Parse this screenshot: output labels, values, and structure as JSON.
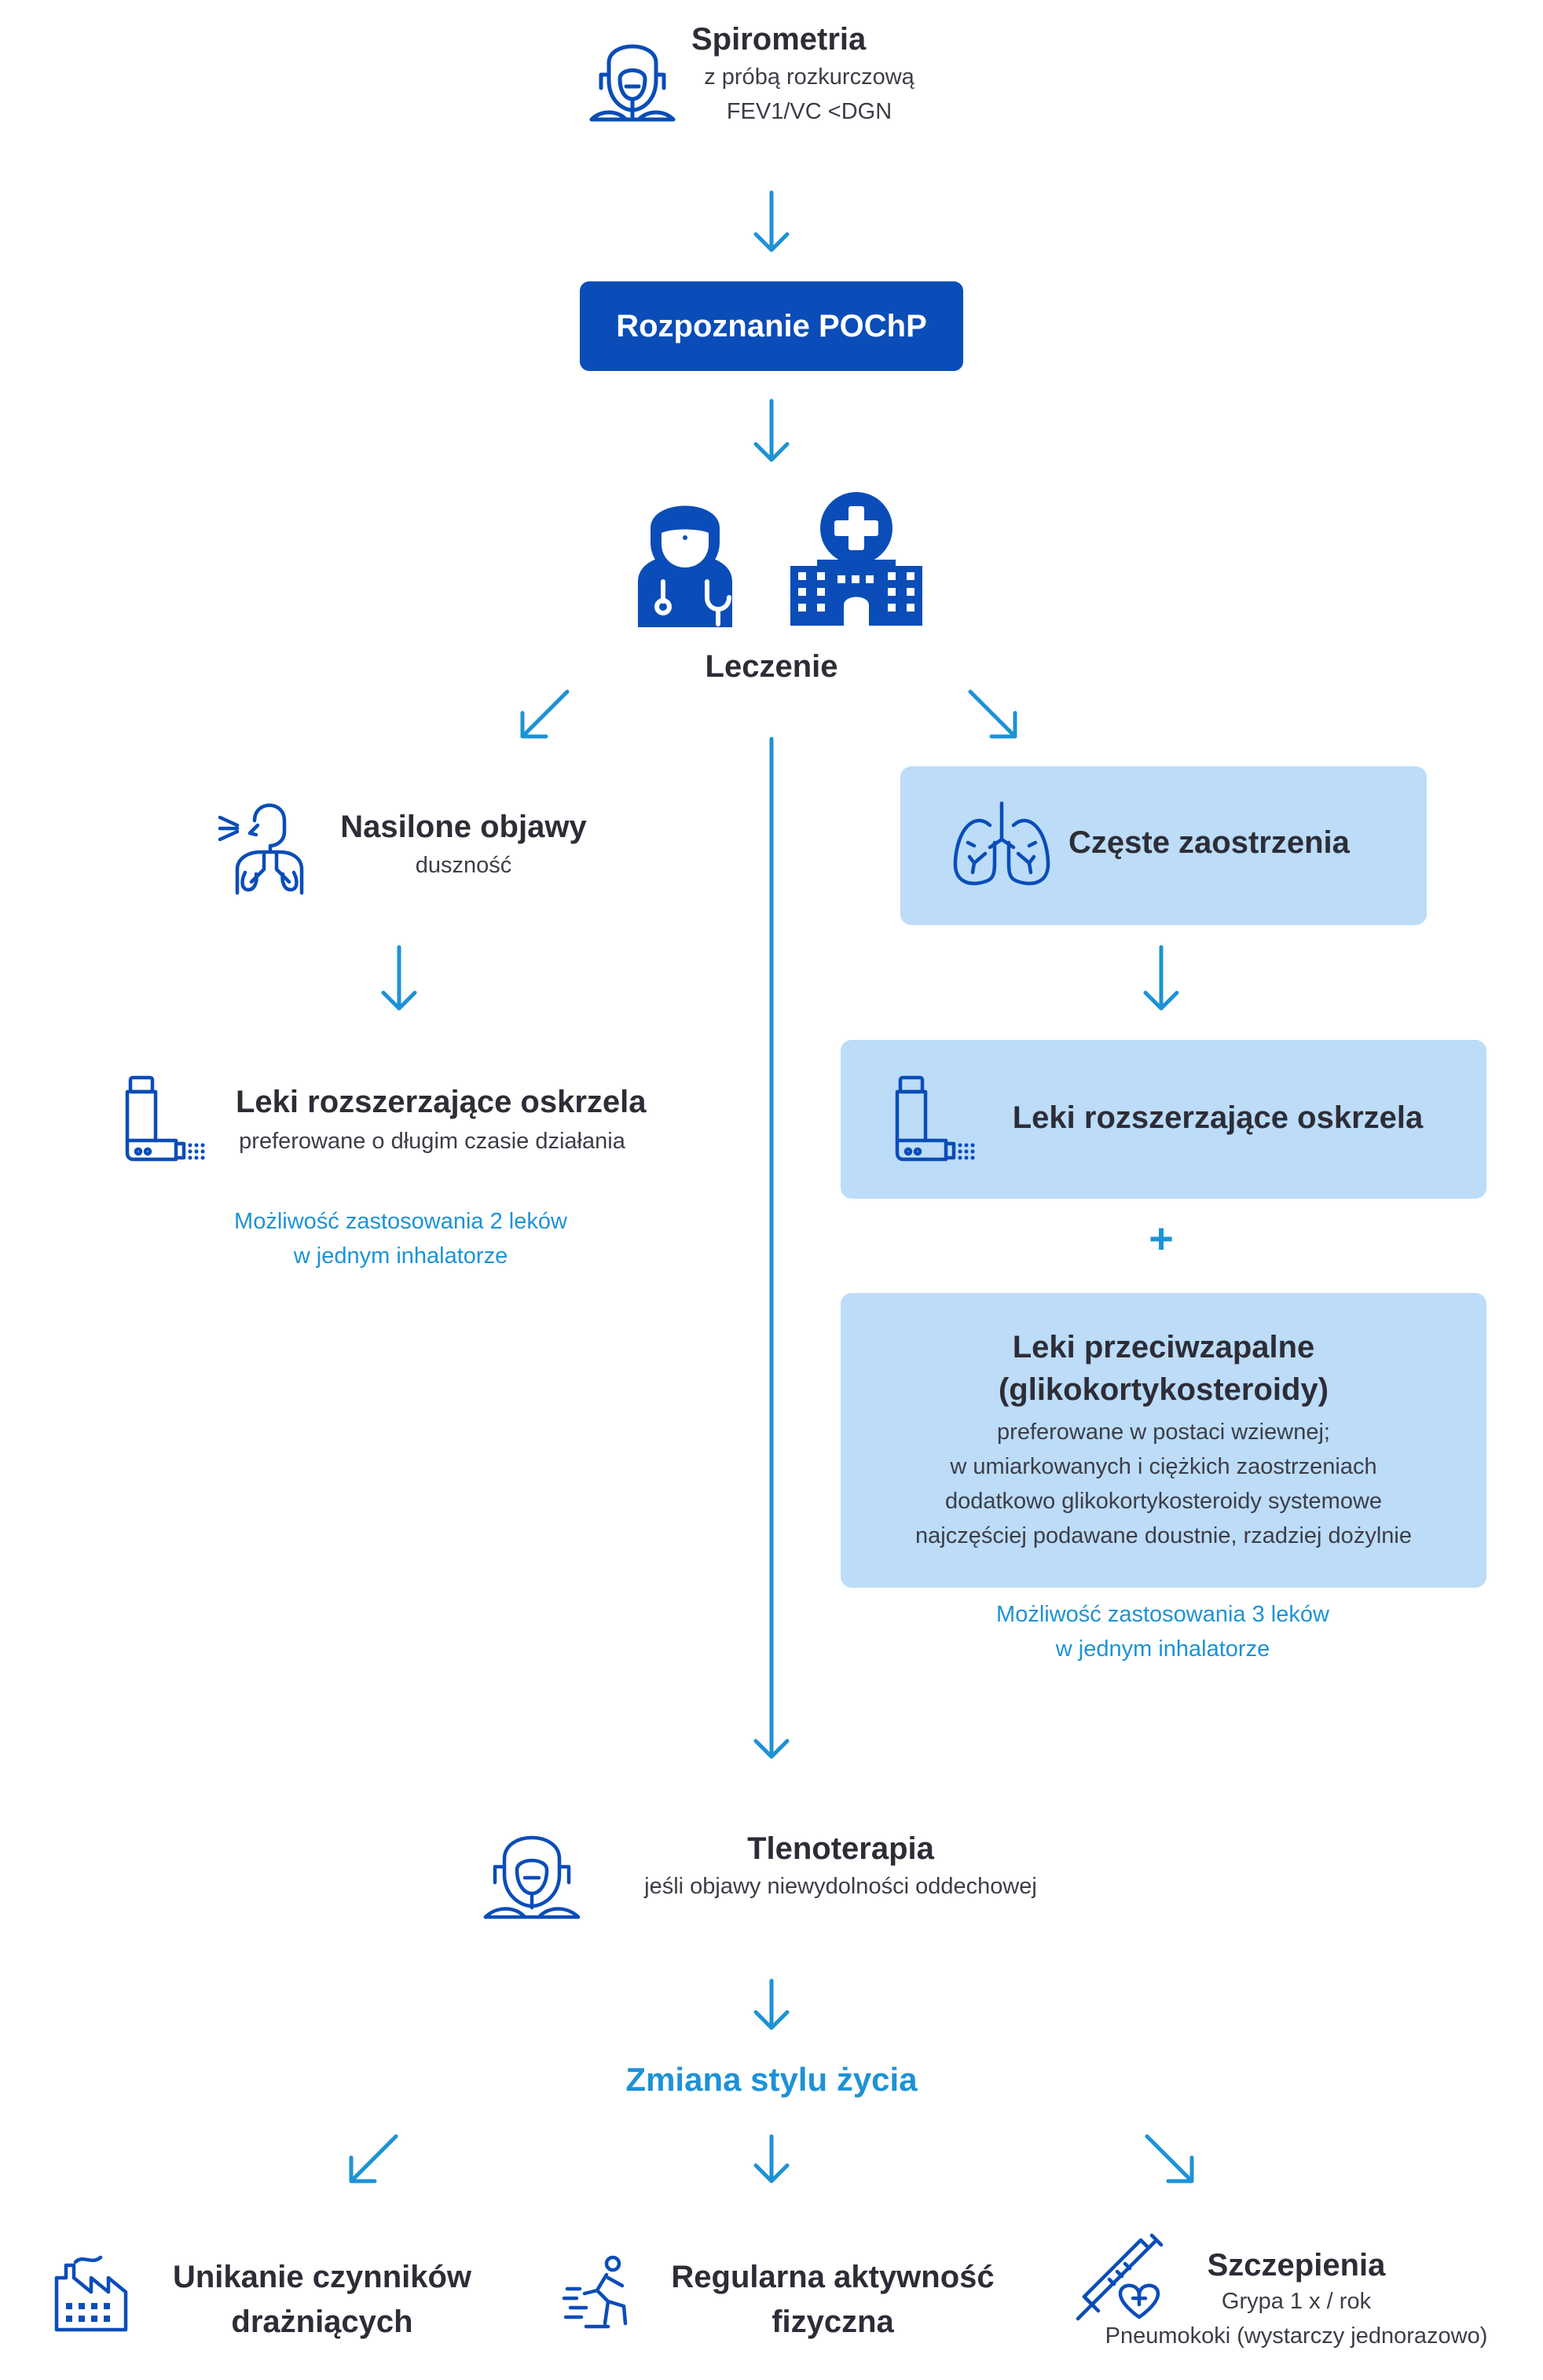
{
  "spirometry": {
    "title": "Spirometria",
    "line1": "z próbą rozkurczową",
    "line2": "FEV1/VC <DGN"
  },
  "diagnosis": {
    "label": "Rozpoznanie POChP"
  },
  "treatment": {
    "label": "Leczenie"
  },
  "left_branch": {
    "title": "Nasilone objawy",
    "subtitle": "duszność",
    "drug_title": "Leki rozszerzające oskrzela",
    "drug_subtitle": "preferowane o długim czasie działania",
    "note_line1": "Możliwość zastosowania 2 leków",
    "note_line2": "w jednym inhalatorze"
  },
  "right_branch": {
    "title": "Częste zaostrzenia",
    "drug_title": "Leki rozszerzające oskrzela",
    "plus": "+",
    "anti_title1": "Leki przeciwzapalne",
    "anti_title2": "(glikokortykosteroidy)",
    "anti_line1": "preferowane w postaci wziewnej;",
    "anti_line2": "w umiarkowanych i ciężkich zaostrzeniach",
    "anti_line3": "dodatkowo glikokortykosteroidy systemowe",
    "anti_line4": "najczęściej podawane doustnie, rzadziej dożylnie",
    "note_line1": "Możliwość zastosowania 3 leków",
    "note_line2": "w jednym inhalatorze"
  },
  "oxygen": {
    "title": "Tlenoterapia",
    "subtitle": "jeśli objawy niewydolności oddechowej"
  },
  "lifestyle": {
    "label": "Zmiana stylu życia"
  },
  "bottom": {
    "avoid_line1": "Unikanie czynników",
    "avoid_line2": "drażniących",
    "activity_line1": "Regularna aktywność",
    "activity_line2": "fizyczna",
    "vacc_title": "Szczepienia",
    "vacc_line1": "Grypa 1 x / rok",
    "vacc_line2": "Pneumokoki (wystarczy jednorazowo)"
  },
  "colors": {
    "dark_blue": "#0a4db8",
    "light_blue_box": "#bcdcf8",
    "accent_blue": "#1d92d6",
    "text": "#2d2d37"
  },
  "icons": [
    "spirometry-mask-icon",
    "doctor-icon",
    "hospital-icon",
    "breathing-icon",
    "lungs-icon",
    "inhaler-icon",
    "oxygen-mask-icon",
    "factory-icon",
    "runner-icon",
    "vaccine-icon"
  ]
}
